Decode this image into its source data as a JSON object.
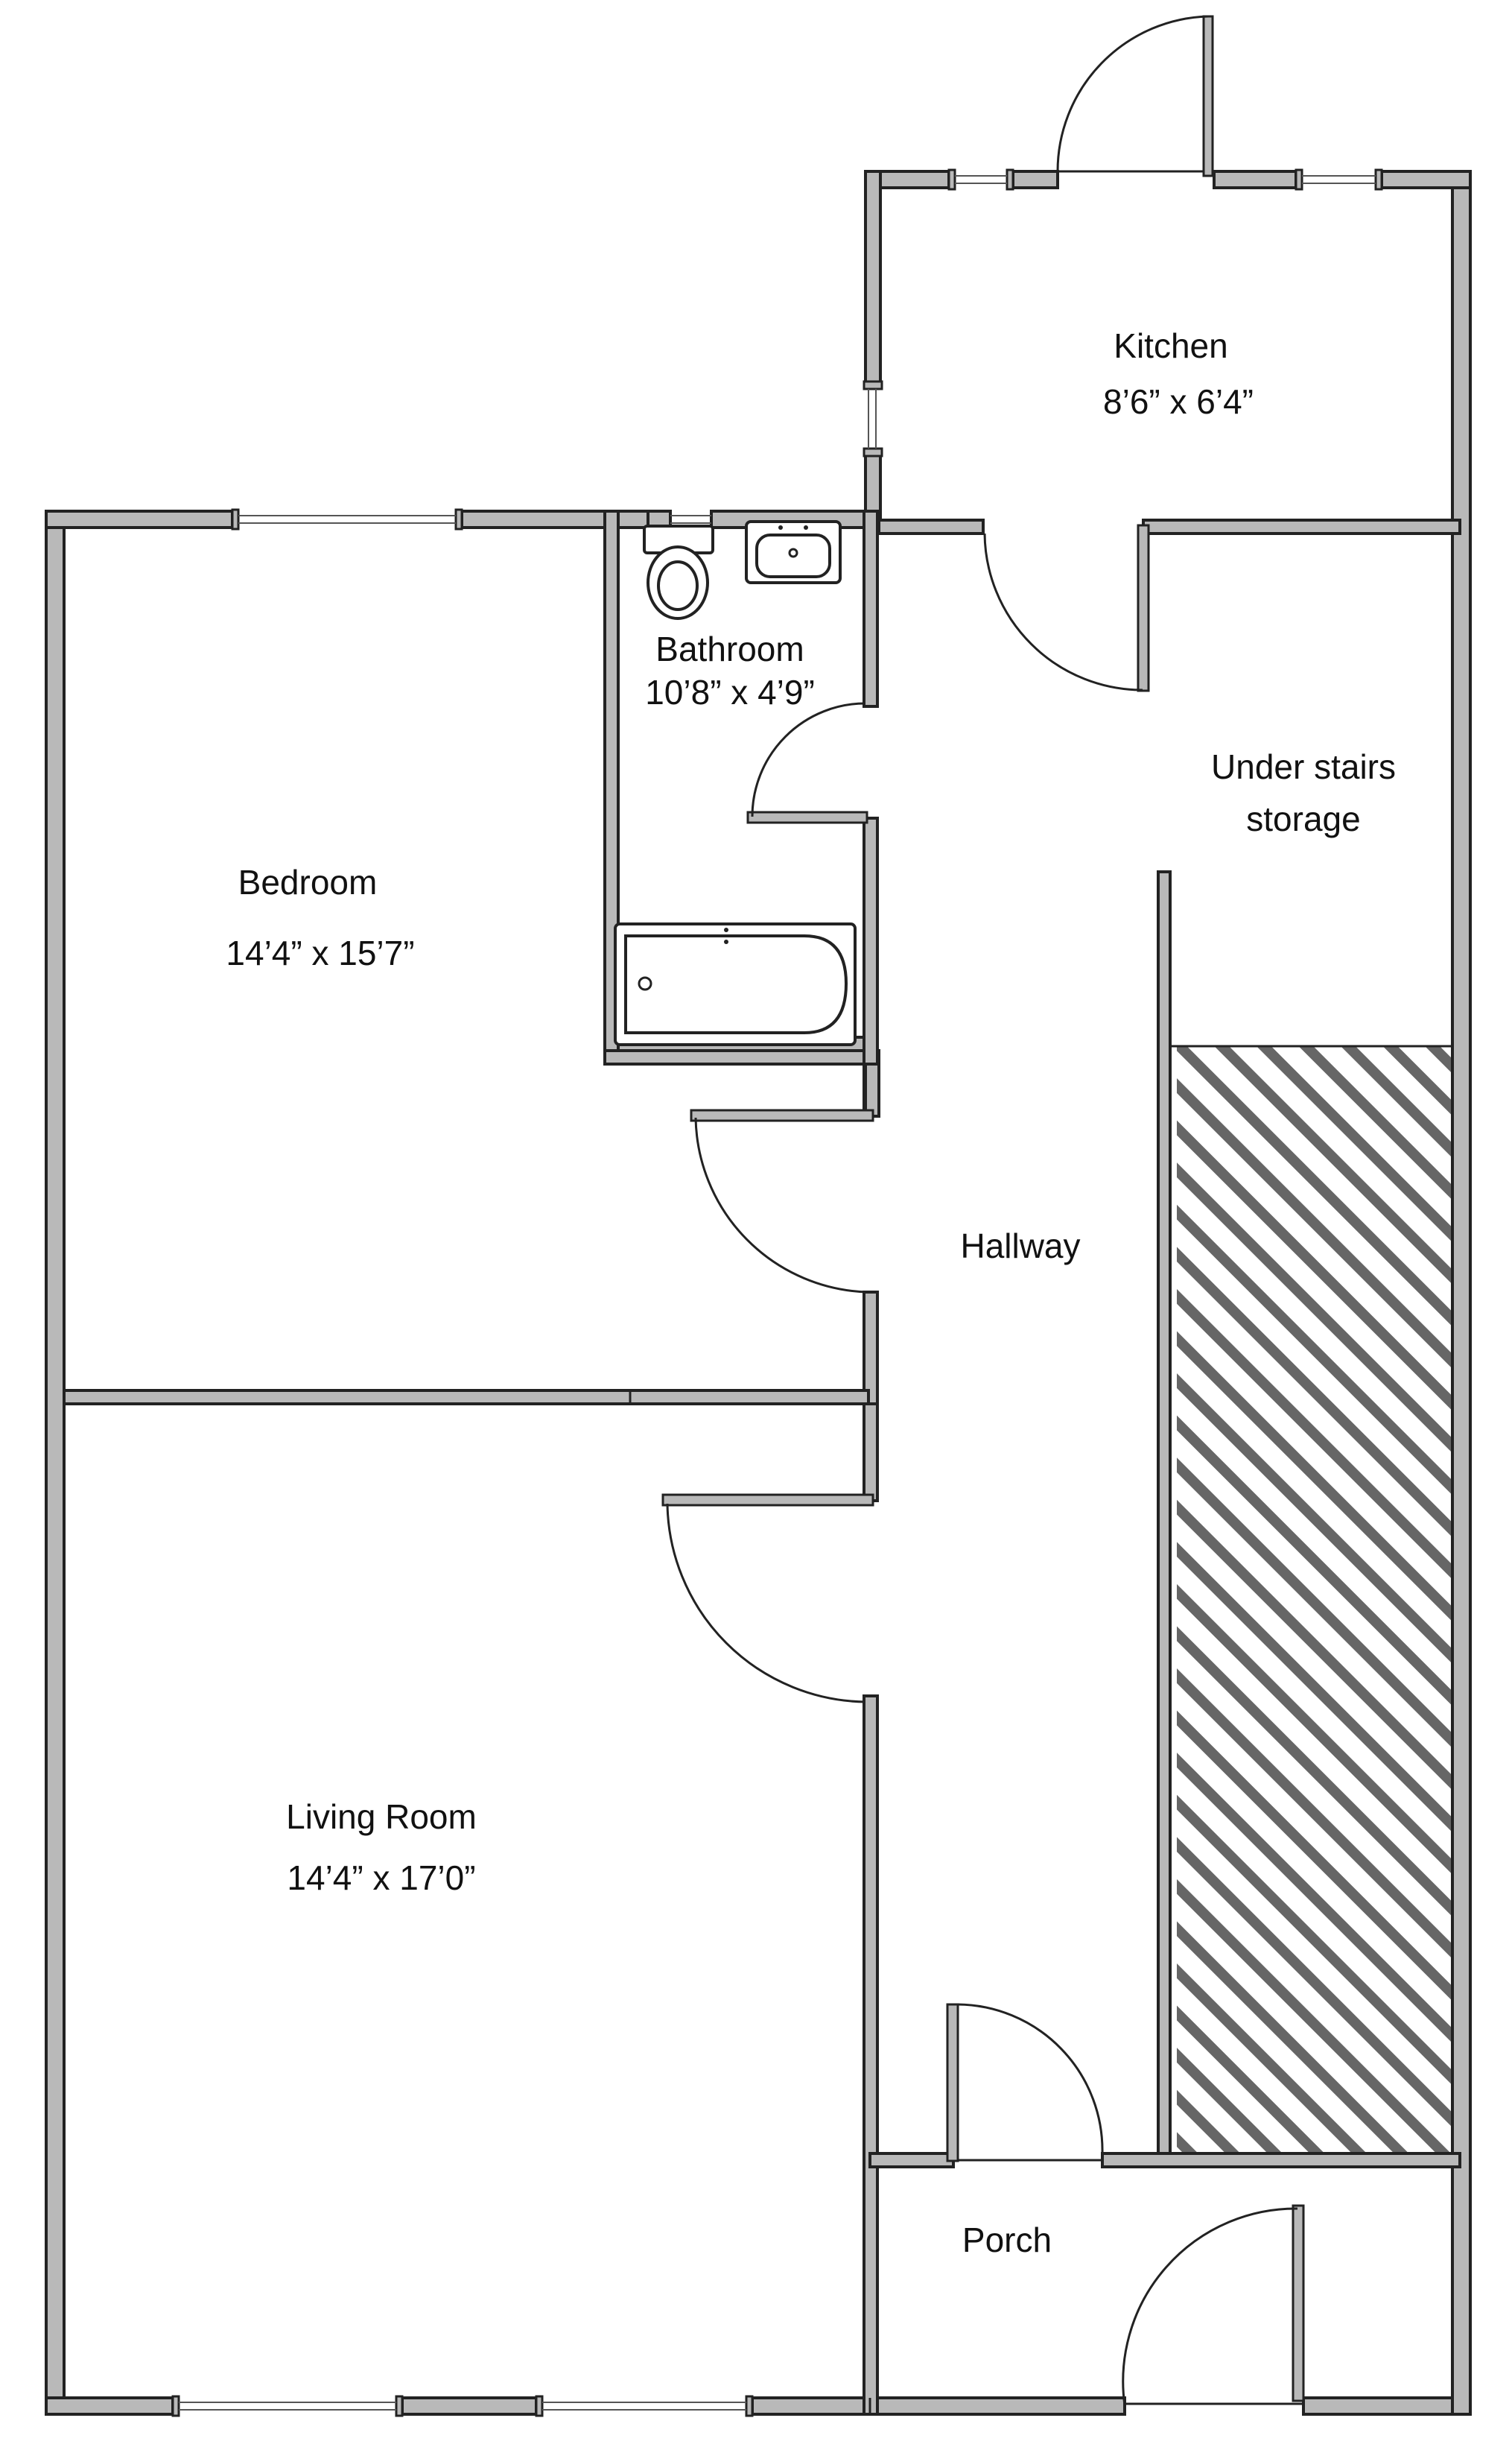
{
  "rooms": {
    "kitchen": {
      "name": "Kitchen",
      "size": "8’6” x 6’4”"
    },
    "bathroom": {
      "name": "Bathroom",
      "size": "10’8” x 4’9”"
    },
    "under_stairs": {
      "name_line1": "Under stairs",
      "name_line2": "storage"
    },
    "bedroom": {
      "name": "Bedroom",
      "size": "14’4” x 15’7”"
    },
    "hallway": {
      "name": "Hallway"
    },
    "living_room": {
      "name": "Living Room",
      "size": "14’4” x 17’0”"
    },
    "porch": {
      "name": "Porch"
    }
  },
  "colors": {
    "wall_fill": "#b9b9b9",
    "line": "#222222",
    "stairs_hatch": "#666666",
    "background": "#ffffff"
  }
}
